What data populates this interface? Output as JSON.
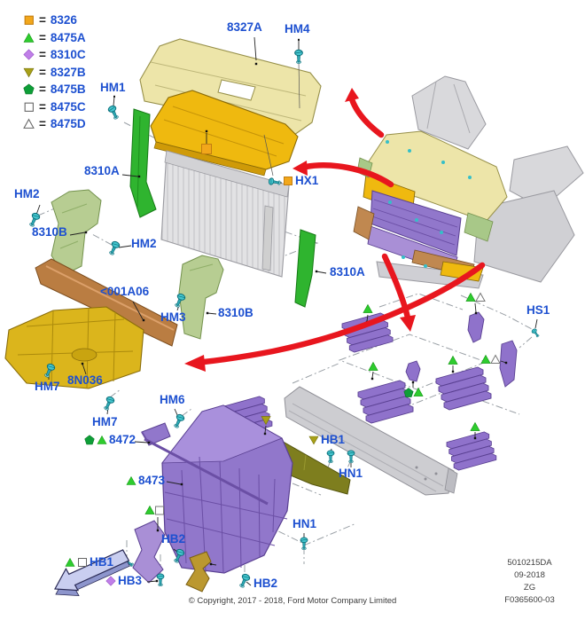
{
  "legend": {
    "items": [
      {
        "marker": "orange-square",
        "eq": "=",
        "code": "8326"
      },
      {
        "marker": "green-triangle",
        "eq": "=",
        "code": "8475A"
      },
      {
        "marker": "purple-diamond",
        "eq": "=",
        "code": "8310C"
      },
      {
        "marker": "olive-triangle-down",
        "eq": "=",
        "code": "8327B"
      },
      {
        "marker": "green-pentagon",
        "eq": "=",
        "code": "8475B"
      },
      {
        "marker": "white-square",
        "eq": "=",
        "code": "8475C"
      },
      {
        "marker": "white-triangle",
        "eq": "=",
        "code": "8475D"
      }
    ]
  },
  "labels": {
    "l_8327a": "8327A",
    "l_hm4": "HM4",
    "l_hm1": "HM1",
    "l_8310a_left": "8310A",
    "l_hx1": "HX1",
    "l_hm2_left": "HM2",
    "l_8310b_left": "8310B",
    "l_hm2_mid": "HM2",
    "l_001a06": "<001A06",
    "l_hm3": "HM3",
    "l_8310b_mid": "8310B",
    "l_8310a_right": "8310A",
    "l_hm7_left": "HM7",
    "l_8n036": "8N036",
    "l_hm7_mid": "HM7",
    "l_hm6": "HM6",
    "l_8472": "8472",
    "l_8473": "8473",
    "l_hb1_mid": "HB1",
    "l_hn1_mid": "HN1",
    "l_hn1_right": "HN1",
    "l_hb2_left": "HB2",
    "l_hb2_right": "HB2",
    "l_hb3": "HB3",
    "l_hb1_bottom": "HB1",
    "l_hs1": "HS1"
  },
  "callout_markers": {
    "l_hx1": [
      "orange-square"
    ],
    "l_8472": [
      "green-pentagon",
      "green-triangle"
    ],
    "l_8473": [
      "green-triangle"
    ],
    "l_hb1_mid": [
      "olive-triangle-down"
    ],
    "l_hb3": [
      "purple-diamond"
    ],
    "l_hb1_bottom": [
      "green-triangle",
      "white-square"
    ]
  },
  "footer": {
    "copyright": "© Copyright, 2017 - 2018, Ford Motor Company Limited",
    "doc_number": "5010215DA",
    "date": "09-2018",
    "region": "ZG",
    "figure_number": "F0365600-03"
  },
  "icons": {
    "orange-square": "■",
    "green-triangle": "▲",
    "purple-diamond": "◆",
    "olive-triangle-down": "▼",
    "green-pentagon": "⬟",
    "white-square": "□",
    "white-triangle": "△",
    "fastener": "push-pin-clip",
    "direction-arrow": "⬅"
  },
  "colors": {
    "label_blue": "#1d50d0",
    "fastener_teal": "#45C6CE",
    "arrow_red": "#E8161E",
    "marker_orange": "#F2A71B",
    "marker_green": "#2ECC2E",
    "marker_purple": "#C07FE8",
    "marker_olive": "#A8A018",
    "marker_dark_green": "#0E9E38",
    "part_cream": "#EDE5A9",
    "part_gold": "#EFB90F",
    "part_green": "#2FB42F",
    "part_sage": "#B7CD92",
    "part_brown": "#BA7D42",
    "part_purple": "#9177CB",
    "part_gray": "#CDCDD1",
    "part_olive": "#7E7E1E"
  }
}
